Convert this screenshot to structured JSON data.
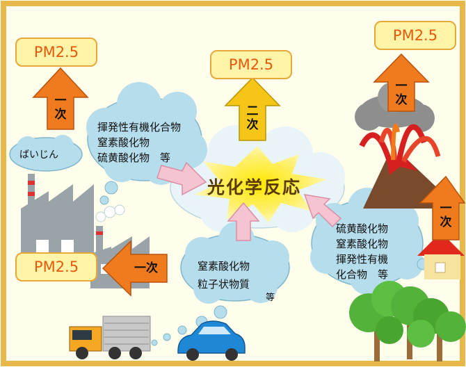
{
  "pm_label": "PM2.5",
  "center_label": "光化学反応",
  "primary_label": "一次",
  "primary_top": "一",
  "primary_bottom": "次",
  "secondary_top": "二",
  "secondary_bottom": "次",
  "baijin_label": "ばいじん",
  "factory_cloud": {
    "line1": "揮発性有機化合物",
    "line2": "窒素酸化物",
    "line3": "硫黄酸化物　等"
  },
  "car_cloud": {
    "line1": "窒素酸化物",
    "line2": "粒子状物質",
    "line3": "等"
  },
  "nature_cloud": {
    "line1": "硫黄酸化物",
    "line2": "窒素酸化物",
    "line3": "揮発性有機",
    "line4": "化合物　等"
  },
  "colors": {
    "border": "#E8B84A",
    "background": "#FFFDEB",
    "primary_arrow": "#F07A1E",
    "secondary_arrow": "#F5C518",
    "cloud": "#B5DDEB",
    "pink_arrow": "#F6C3D1"
  },
  "icons": [
    "factory-icon",
    "volcano-icon",
    "house-icon",
    "tree-icon",
    "truck-icon",
    "car-icon"
  ]
}
